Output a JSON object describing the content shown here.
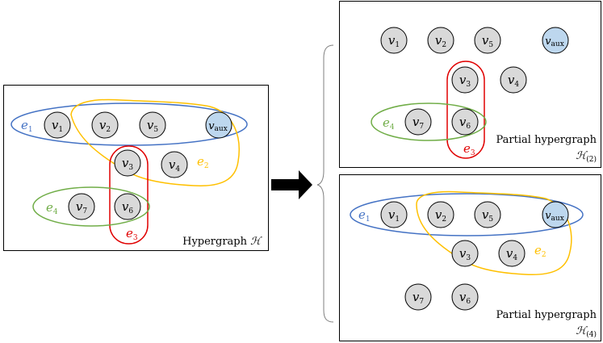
{
  "colors": {
    "e1": "#4472c4",
    "e2": "#ffc000",
    "e3": "#e00000",
    "e4": "#70ad47",
    "node_fill": "#d9d9d9",
    "aux_fill": "#bdd7ee",
    "panel_border": "#000000"
  },
  "labels": {
    "main": {
      "title": "Hypergraph ",
      "symbol": "ℋ"
    },
    "top": {
      "line1": "Partial hypergraph",
      "symbol": "ℋ",
      "sub": "(2)"
    },
    "bottom": {
      "line1": "Partial hypergraph",
      "symbol": "ℋ",
      "sub": "(4)"
    }
  },
  "nodes": {
    "v1": {
      "base": "v",
      "sub": "1"
    },
    "v2": {
      "base": "v",
      "sub": "2"
    },
    "v3": {
      "base": "v",
      "sub": "3"
    },
    "v4": {
      "base": "v",
      "sub": "4"
    },
    "v5": {
      "base": "v",
      "sub": "5"
    },
    "v6": {
      "base": "v",
      "sub": "6"
    },
    "v7": {
      "base": "v",
      "sub": "7"
    },
    "vaux": {
      "base": "v",
      "sub": "aux"
    }
  },
  "edges": {
    "e1": {
      "base": "e",
      "sub": "1"
    },
    "e2": {
      "base": "e",
      "sub": "2"
    },
    "e3": {
      "base": "e",
      "sub": "3"
    },
    "e4": {
      "base": "e",
      "sub": "4"
    }
  },
  "icons": {
    "arrow": "right-arrow-icon",
    "brace": "left-curly-brace-icon"
  }
}
